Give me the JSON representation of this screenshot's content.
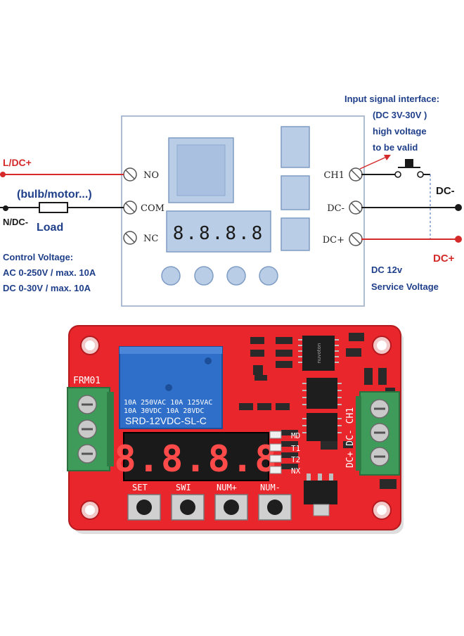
{
  "diagram": {
    "terminals_left": [
      "NO",
      "COM",
      "NC"
    ],
    "terminals_right": [
      "CH1",
      "DC-",
      "DC+"
    ],
    "display_text": "8.8.8.8",
    "left_line_label": "L/DC+",
    "load_caption": "(bulb/motor...)",
    "load_label": "Load",
    "neutral_label": "N/DC-",
    "control_voltage": {
      "heading": "Control Voltage:",
      "ac": "AC 0-250V / max. 10A",
      "dc": "DC 0-30V / max. 10A"
    },
    "input_signal": {
      "line1": "Input signal interface:",
      "line2": "(DC 3V-30V )",
      "line3": "high voltage",
      "line4": "to be valid"
    },
    "right_dc_minus": "DC-",
    "right_dc_plus": "DC+",
    "service_voltage": {
      "line1": "DC  12v",
      "line2": "Service Voltage"
    },
    "colors": {
      "wire_red": "#d42a2a",
      "wire_black": "#1a1a1a",
      "text_blue": "#1f3f8a",
      "box_fill": "#b9cde6",
      "box_stroke": "#7f9cc4",
      "panel_stroke": "#aebdd2"
    }
  },
  "board": {
    "model": "FRM01",
    "relay": {
      "line1": "10A 250VAC   10A 125VAC",
      "line2": "10A  30VDC   10A  28VDC",
      "model": "SRD-12VDC-SL-C"
    },
    "display_text": "8.8.8.8",
    "indicators": [
      "MD",
      "T1",
      "T2",
      "NX"
    ],
    "buttons": [
      "SET",
      "SWI",
      "NUM+",
      "NUM-"
    ],
    "right_terminal_label": "DC+ DC- CH1",
    "chip_mark": "nuvoton",
    "colors": {
      "pcb": "#e8262b",
      "pcb_dark": "#b51a1e",
      "terminal_green": "#3e9b5a",
      "relay_blue": "#2f6fc9",
      "display_red": "#ff4a4a"
    }
  }
}
